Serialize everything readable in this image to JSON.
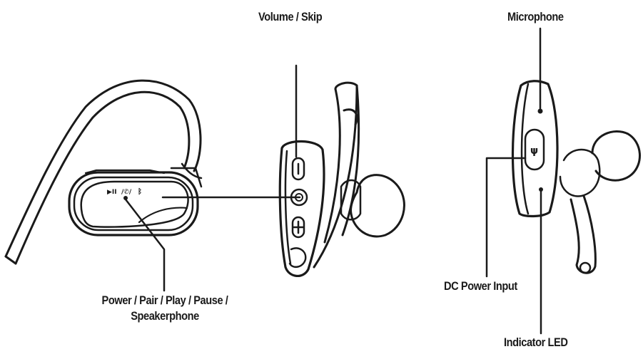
{
  "labels": {
    "volume_skip": "Volume / Skip",
    "microphone": "Microphone",
    "power_line1": "Power / Pair / Play / Pause /",
    "power_line2": "Speakerphone",
    "dc_power": "DC Power Input",
    "indicator_led": "Indicator LED"
  },
  "button_glyphs": "▶II/✆/ᛒ",
  "colors": {
    "line": "#1a1a1a",
    "background": "#ffffff"
  },
  "icons": [
    "play-pause-icon",
    "phone-icon",
    "bluetooth-icon",
    "usb-icon",
    "volume-up-icon",
    "volume-down-icon"
  ]
}
